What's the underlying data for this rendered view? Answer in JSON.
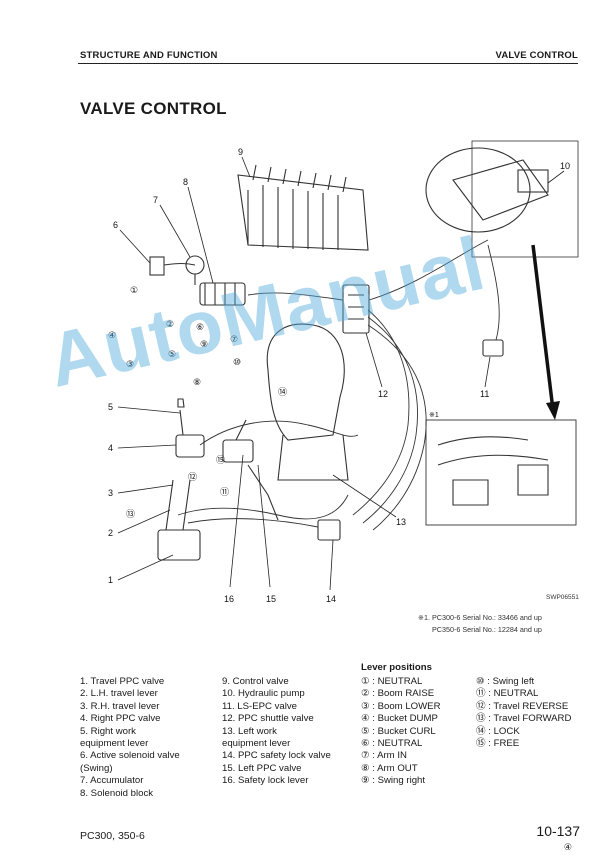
{
  "header": {
    "left": "STRUCTURE AND FUNCTION",
    "right": "VALVE CONTROL"
  },
  "title": "VALVE CONTROL",
  "diagram": {
    "code": "SWP06551",
    "detail_mark": "※1",
    "callouts": [
      "1",
      "2",
      "3",
      "4",
      "5",
      "6",
      "7",
      "8",
      "9",
      "10",
      "11",
      "12",
      "13",
      "14",
      "15",
      "16"
    ],
    "lever_position_callouts": [
      "①",
      "②",
      "③",
      "④",
      "⑤",
      "⑥",
      "⑦",
      "⑧",
      "⑨",
      "⑩",
      "⑪",
      "⑫",
      "⑬",
      "⑭",
      "⑮"
    ]
  },
  "serial_notes": [
    "※1.  PC300-6 Serial No.: 33466 and up",
    "PC350-6 Serial No.: 12284 and up"
  ],
  "legend_col1": [
    "1.   Travel PPC valve",
    "2.   L.H. travel lever",
    "3.   R.H. travel lever",
    "4.   Right PPC valve",
    "5.   Right work",
    "      equipment lever",
    "6.   Active solenoid valve",
    "      (Swing)",
    "7.   Accumulator",
    "8.   Solenoid block"
  ],
  "legend_col2": [
    "9.   Control valve",
    "10. Hydraulic pump",
    "11. LS-EPC valve",
    "12. PPC shuttle valve",
    "13. Left work",
    "      equipment lever",
    "14. PPC safety lock valve",
    "15. Left PPC valve",
    "16. Safety lock lever"
  ],
  "lever_positions": {
    "heading": "Lever positions",
    "col1": [
      "① : NEUTRAL",
      "② : Boom RAISE",
      "③ : Boom LOWER",
      "④ : Bucket DUMP",
      "⑤ : Bucket CURL",
      "⑥ : NEUTRAL",
      "⑦ : Arm IN",
      "⑧ : Arm OUT",
      "⑨ : Swing right"
    ],
    "col2": [
      "⑩ : Swing left",
      "⑪ : NEUTRAL",
      "⑫ : Travel REVERSE",
      "⑬ : Travel FORWARD",
      "⑭ : LOCK",
      "⑮ : FREE"
    ]
  },
  "footer": {
    "model": "PC300, 350-6",
    "page": "10-137",
    "revision": "④"
  },
  "watermark": "AutoManual"
}
